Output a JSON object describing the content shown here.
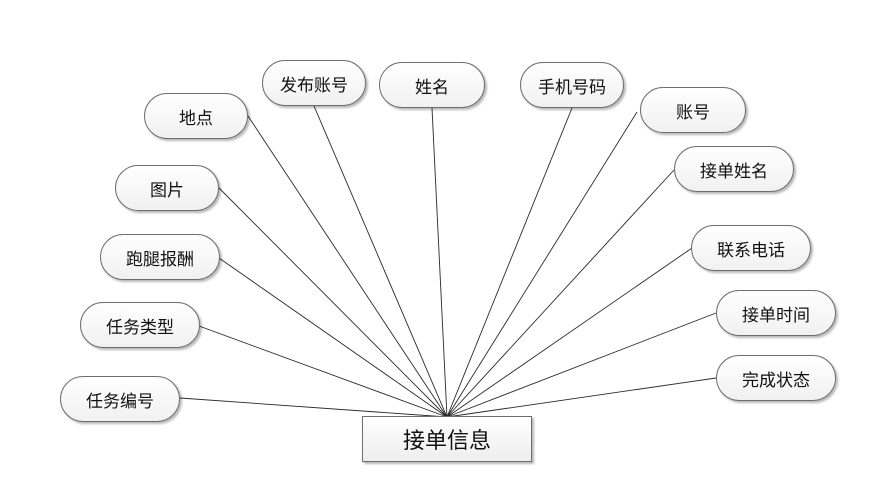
{
  "diagram": {
    "entity": {
      "label": "接单信息"
    },
    "attributes": [
      {
        "key": "task_no",
        "label": "任务编号"
      },
      {
        "key": "task_type",
        "label": "任务类型"
      },
      {
        "key": "reward",
        "label": "跑腿报酬"
      },
      {
        "key": "picture",
        "label": "图片"
      },
      {
        "key": "location",
        "label": "地点"
      },
      {
        "key": "publish_account",
        "label": "发布账号"
      },
      {
        "key": "name",
        "label": "姓名"
      },
      {
        "key": "phone",
        "label": "手机号码"
      },
      {
        "key": "account",
        "label": "账号"
      },
      {
        "key": "taker_name",
        "label": "接单姓名"
      },
      {
        "key": "contact_phone",
        "label": "联系电话"
      },
      {
        "key": "take_time",
        "label": "接单时间"
      },
      {
        "key": "status",
        "label": "完成状态"
      }
    ]
  }
}
